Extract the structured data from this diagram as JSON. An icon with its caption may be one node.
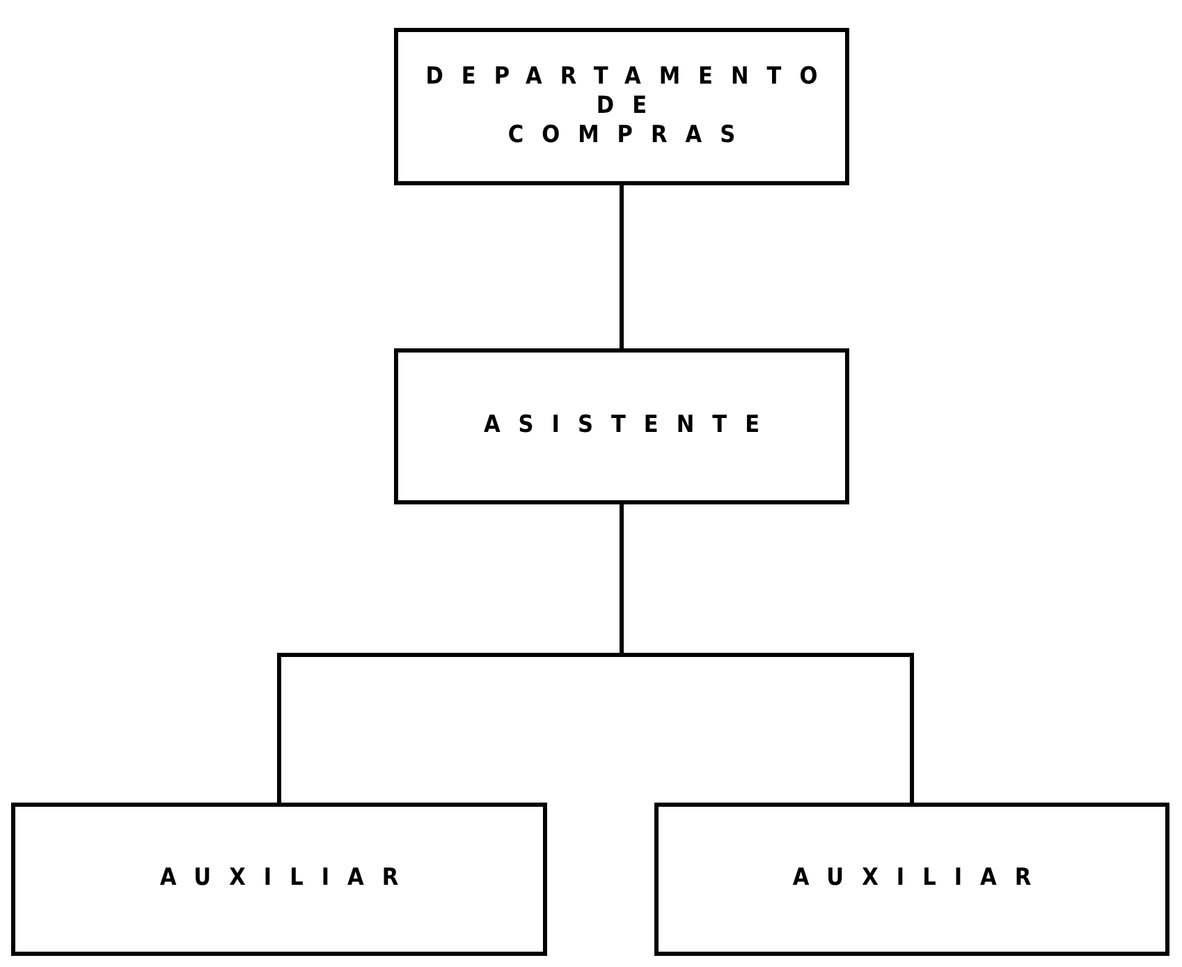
{
  "diagram": {
    "nodes": [
      {
        "text": [
          "DEPARTAMENTO DE COMPRAS"
        ]
      },
      {
        "text": [
          "ASISTENTE"
        ]
      },
      {
        "text": [
          "AUXILIAR"
        ]
      },
      {
        "text": [
          "AUXILIAR"
        ]
      }
    ],
    "edges": [
      {
        "from": 0,
        "to": 1,
        "arrow": "none"
      },
      {
        "from": 1,
        "to": 2,
        "arrow": "none"
      },
      {
        "from": 1,
        "to": 3,
        "arrow": "none"
      }
    ]
  }
}
